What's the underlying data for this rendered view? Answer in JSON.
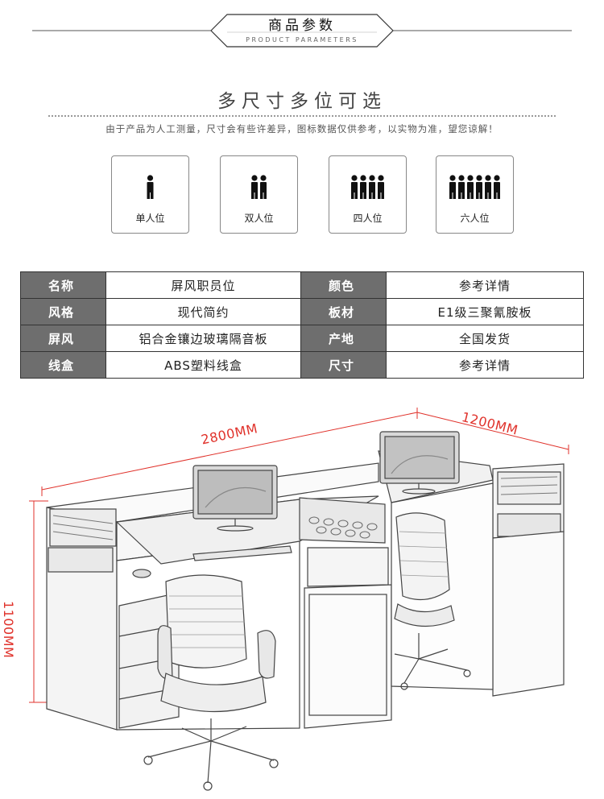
{
  "header": {
    "title": "商品参数",
    "subtitle": "PRODUCT PARAMETERS"
  },
  "section": {
    "title": "多尺寸多位可选",
    "note": "由于产品为人工测量，尺寸会有些许差异，图标数据仅供参考，以实物为准，望您谅解！"
  },
  "seats": [
    {
      "label": "单人位",
      "count": 1
    },
    {
      "label": "双人位",
      "count": 2
    },
    {
      "label": "四人位",
      "count": 4
    },
    {
      "label": "六人位",
      "count": 6
    }
  ],
  "params": [
    {
      "k1": "名称",
      "v1": "屏风职员位",
      "k2": "颜色",
      "v2": "参考详情"
    },
    {
      "k1": "风格",
      "v1": "现代简约",
      "k2": "板材",
      "v2": "E1级三聚氰胺板"
    },
    {
      "k1": "屏风",
      "v1": "铝合金镶边玻璃隔音板",
      "k2": "产地",
      "v2": "全国发货"
    },
    {
      "k1": "线盒",
      "v1": "ABS塑料线盒",
      "k2": "尺寸",
      "v2": "参考详情"
    }
  ],
  "dimensions": {
    "length": "2800MM",
    "depth": "1200MM",
    "height": "1100MM"
  },
  "colors": {
    "key_cell": "#6e6e6e",
    "dimension": "#e0322b"
  }
}
